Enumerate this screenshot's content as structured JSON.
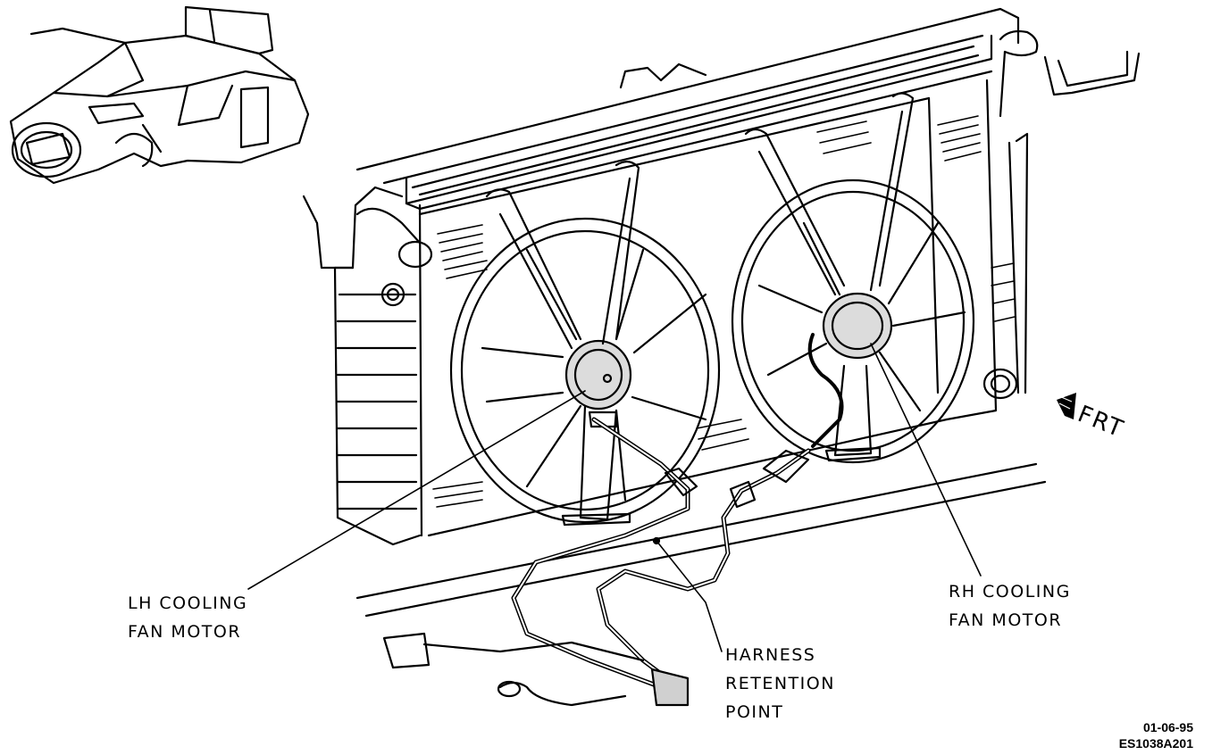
{
  "labels": {
    "lh_line1": "LH COOLING",
    "lh_line2": "FAN MOTOR",
    "rh_line1": "RH COOLING",
    "rh_line2": "FAN MOTOR",
    "harness_line1": "HARNESS",
    "harness_line2": "RETENTION",
    "harness_line3": "POINT",
    "direction": "FRT"
  },
  "figure_code": {
    "date": "01-06-95",
    "id": "ES1038A201"
  },
  "icons": [
    "vehicle-locator-icon",
    "front-direction-arrow-icon"
  ]
}
